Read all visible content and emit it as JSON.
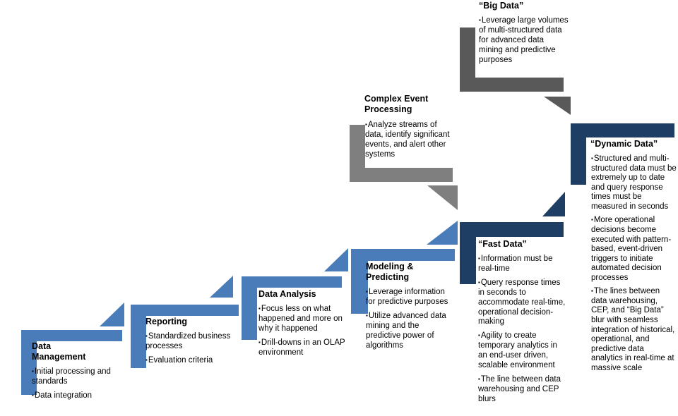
{
  "diagram": {
    "bullet_glyph": "▪",
    "colors": {
      "blue": "#4A7CBA",
      "navy": "#1F3E63",
      "gray": "#7F7F7F",
      "darkgray": "#595959",
      "text": "#000000",
      "background": "#FFFFFF"
    },
    "steps": [
      {
        "title": "Data Management",
        "bullets": [
          "Initial processing and standards",
          "Data integration"
        ]
      },
      {
        "title": "Reporting",
        "bullets": [
          "Standardized business processes",
          "Evaluation criteria"
        ]
      },
      {
        "title": "Data Analysis",
        "bullets": [
          "Focus less on what happened and more on why it happened",
          "Drill-downs in an OLAP environment"
        ]
      },
      {
        "title": "Modeling & Predicting",
        "bullets": [
          "Leverage information for predictive purposes",
          "Utilize advanced data mining and the predictive power of algorithms"
        ]
      },
      {
        "title": "“Fast Data”",
        "bullets": [
          "Information must be real-time",
          "Query response times in seconds to accommodate real-time, operational decision-making",
          "Agility to create temporary analytics in an end-user driven, scalable environment",
          "The line between data warehousing and CEP blurs"
        ]
      },
      {
        "title": "Complex Event Processing",
        "bullets": [
          "Analyze streams of data, identify significant events, and alert other systems"
        ]
      },
      {
        "title": "“Big Data”",
        "bullets": [
          "Leverage large volumes of multi-structured data for advanced data mining and predictive purposes"
        ]
      },
      {
        "title": "“Dynamic Data”",
        "bullets": [
          "Structured and multi-structured data must be extremely up to date and query response times must be measured in seconds",
          "More operational decisions become executed with pattern-based, event-driven triggers to initiate automated decision processes",
          "The lines between data warehousing, CEP, and “Big Data” blur with seamless integration of historical, operational, and predictive data analytics in real-time at massive scale"
        ]
      }
    ]
  }
}
